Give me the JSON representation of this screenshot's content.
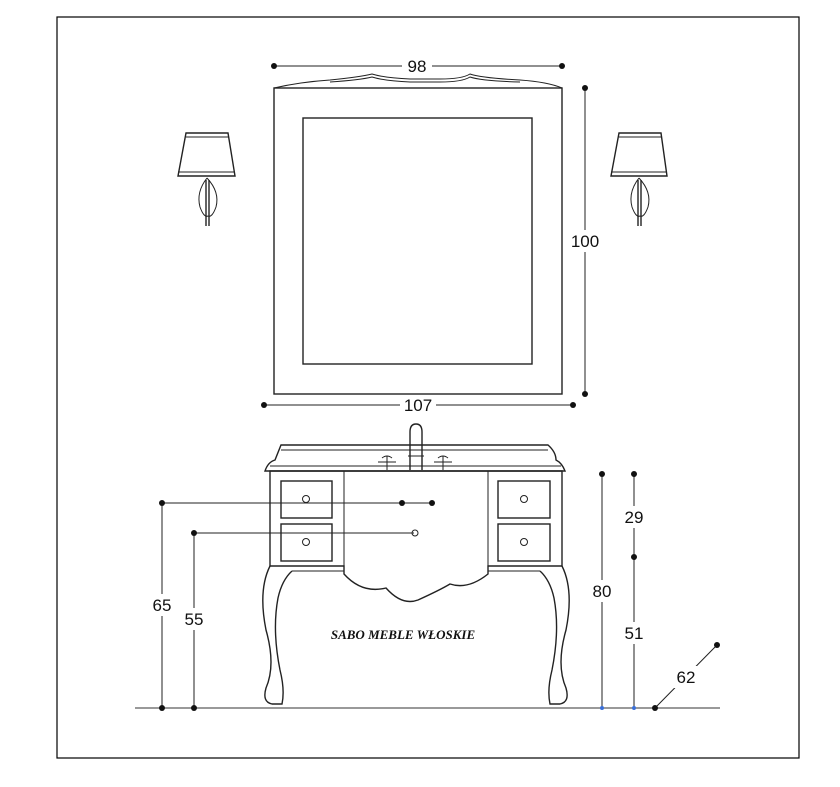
{
  "dimensions": {
    "mirror_top_width": "98",
    "mirror_height": "100",
    "mirror_bottom_width": "107",
    "vanity_height_left": "65",
    "drawer_height_left": "55",
    "total_height": "80",
    "top_section": "29",
    "leg_section": "51",
    "depth": "62"
  },
  "brand_label": "SABO MEBLE WŁOSKIE",
  "colors": {
    "line": "#222222",
    "frame": "#000000",
    "background": "#ffffff"
  }
}
